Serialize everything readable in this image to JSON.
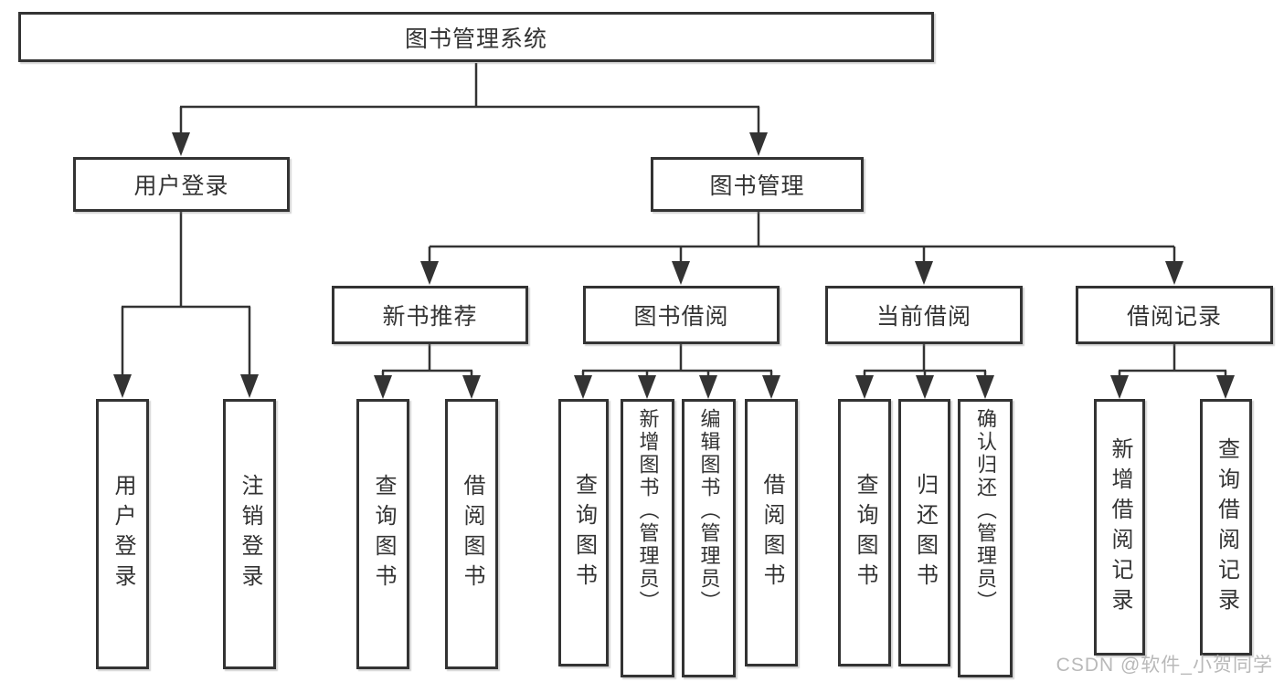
{
  "tree": {
    "label": "图书管理系统",
    "children": [
      {
        "label": "用户登录",
        "children": [
          {
            "label": "用户登录"
          },
          {
            "label": "注销登录"
          }
        ]
      },
      {
        "label": "图书管理",
        "children": [
          {
            "label": "新书推荐",
            "children": [
              {
                "label": "查询图书"
              },
              {
                "label": "借阅图书"
              }
            ]
          },
          {
            "label": "图书借阅",
            "children": [
              {
                "label": "查询图书"
              },
              {
                "label": "新增图书（管理员）"
              },
              {
                "label": "编辑图书（管理员）"
              },
              {
                "label": "借阅图书"
              }
            ]
          },
          {
            "label": "当前借阅",
            "children": [
              {
                "label": "查询图书"
              },
              {
                "label": "归还图书"
              },
              {
                "label": "确认归还（管理员）"
              }
            ]
          },
          {
            "label": "借阅记录",
            "children": [
              {
                "label": "新增借阅记录"
              },
              {
                "label": "查询借阅记录"
              }
            ]
          }
        ]
      }
    ]
  },
  "watermark": "CSDN @软件_小贺同学",
  "colors": {
    "line": "#333333",
    "text": "#333333",
    "watermark_text": "#b9b9b9",
    "background": "#ffffff"
  }
}
